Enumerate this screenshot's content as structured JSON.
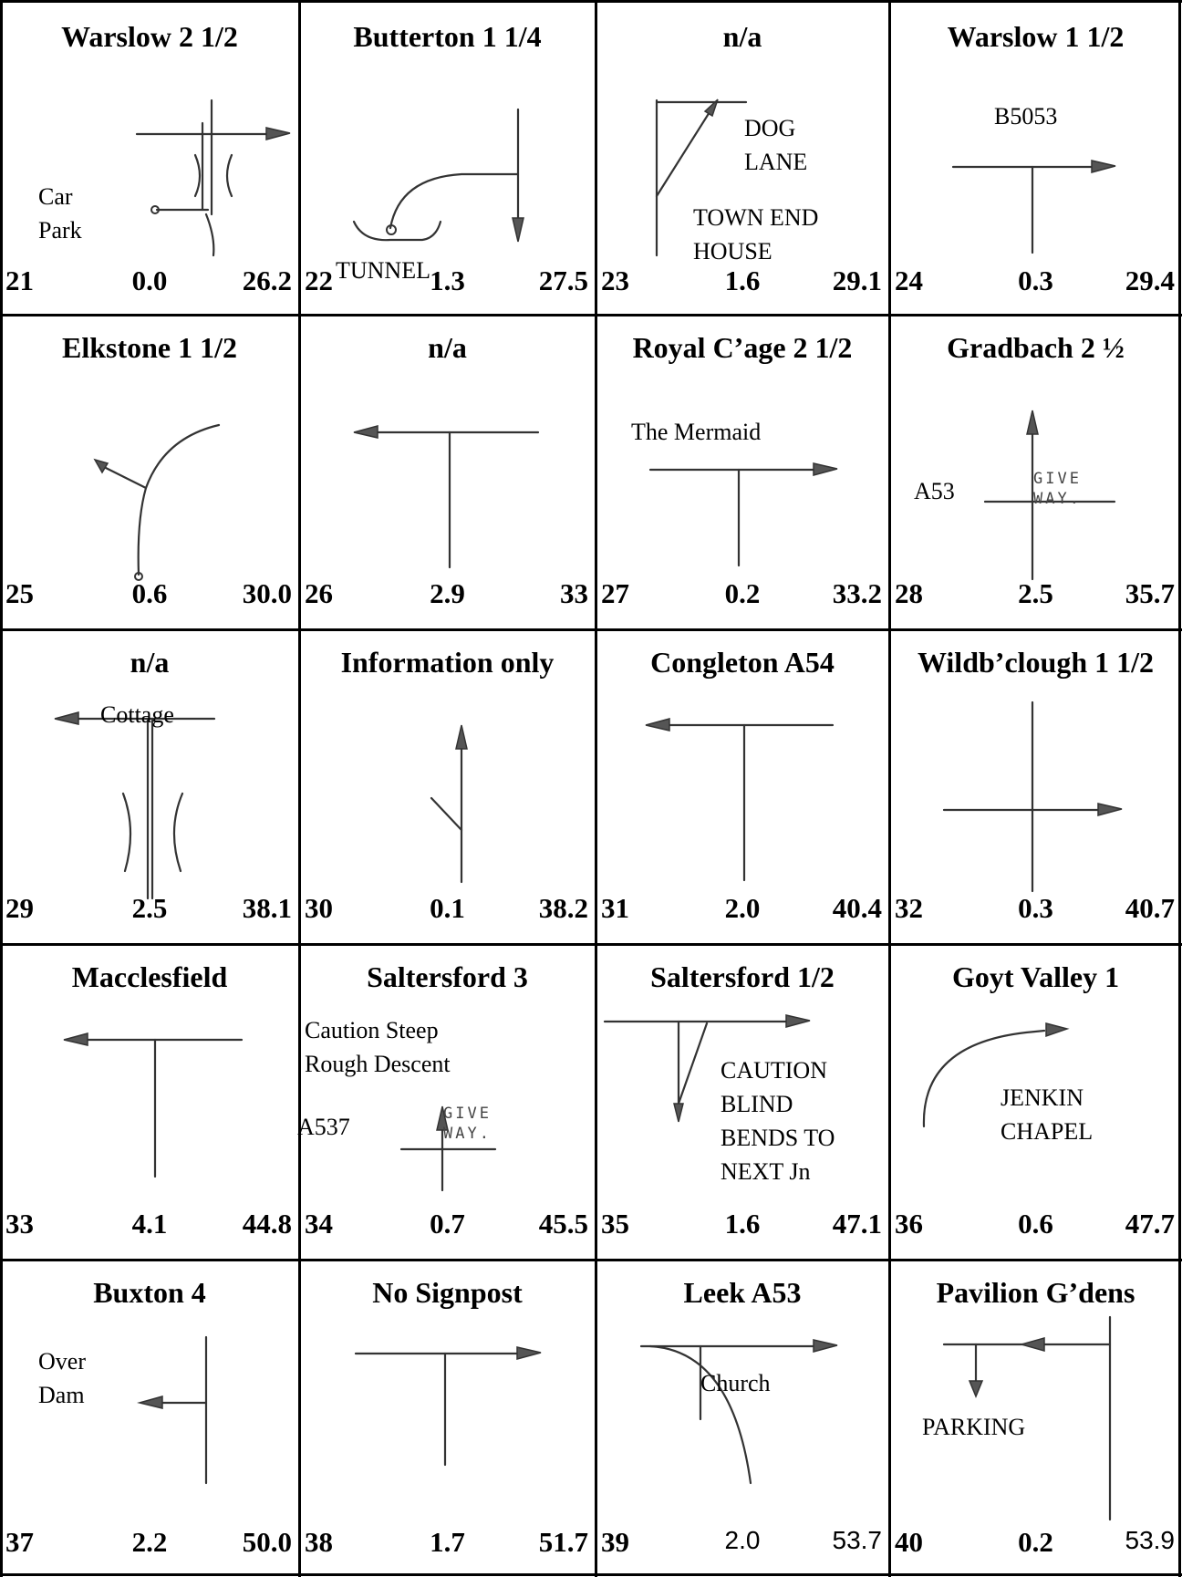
{
  "cells": [
    {
      "id": 21,
      "title": "Warslow 2 1/2",
      "notes": [
        "Car\nPark"
      ],
      "number": "21",
      "distance": "0.0",
      "total": "26.2"
    },
    {
      "id": 22,
      "title": "Butterton 1 1/4",
      "notes": [
        "TUNNEL"
      ],
      "number": "22",
      "distance": "1.3",
      "total": "27.5"
    },
    {
      "id": 23,
      "title": "n/a",
      "notes": [
        "DOG\nLANE",
        "TOWN END\nHOUSE"
      ],
      "number": "23",
      "distance": "1.6",
      "total": "29.1"
    },
    {
      "id": 24,
      "title": "Warslow 1 1/2",
      "notes": [
        "B5053"
      ],
      "number": "24",
      "distance": "0.3",
      "total": "29.4"
    },
    {
      "id": 25,
      "title": "Elkstone 1 1/2",
      "notes": [],
      "number": "25",
      "distance": "0.6",
      "total": "30.0"
    },
    {
      "id": 26,
      "title": "n/a",
      "notes": [],
      "number": "26",
      "distance": "2.9",
      "total": "33"
    },
    {
      "id": 27,
      "title": "Royal C’age 2 1/2",
      "notes": [
        "The Mermaid"
      ],
      "number": "27",
      "distance": "0.2",
      "total": "33.2"
    },
    {
      "id": 28,
      "title": "Gradbach 2 ½",
      "notes": [
        "A53"
      ],
      "handwritten": "GIVE\nWAY.",
      "number": "28",
      "distance": "2.5",
      "total": "35.7"
    },
    {
      "id": 29,
      "title": "n/a",
      "notes": [
        "Cottage"
      ],
      "number": "29",
      "distance": "2.5",
      "total": "38.1"
    },
    {
      "id": 30,
      "title": "Information only",
      "notes": [],
      "number": "30",
      "distance": "0.1",
      "total": "38.2"
    },
    {
      "id": 31,
      "title": "Congleton A54",
      "notes": [],
      "number": "31",
      "distance": "2.0",
      "total": "40.4"
    },
    {
      "id": 32,
      "title": "Wildb’clough 1 1/2",
      "notes": [],
      "number": "32",
      "distance": "0.3",
      "total": "40.7"
    },
    {
      "id": 33,
      "title": "Macclesfield",
      "notes": [],
      "number": "33",
      "distance": "4.1",
      "total": "44.8"
    },
    {
      "id": 34,
      "title": "Saltersford 3",
      "notes": [
        "Caution Steep\nRough Descent",
        "A537"
      ],
      "handwritten": "GIVE\nWAY.",
      "number": "34",
      "distance": "0.7",
      "total": "45.5"
    },
    {
      "id": 35,
      "title": "Saltersford 1/2",
      "notes": [
        "CAUTION\nBLIND\nBENDS TO\nNEXT Jn"
      ],
      "number": "35",
      "distance": "1.6",
      "total": "47.1"
    },
    {
      "id": 36,
      "title": "Goyt Valley 1",
      "notes": [
        "JENKIN\nCHAPEL"
      ],
      "number": "36",
      "distance": "0.6",
      "total": "47.7"
    },
    {
      "id": 37,
      "title": "Buxton 4",
      "notes": [
        "Over\nDam"
      ],
      "number": "37",
      "distance": "2.2",
      "total": "50.0"
    },
    {
      "id": 38,
      "title": "No Signpost",
      "notes": [],
      "number": "38",
      "distance": "1.7",
      "total": "51.7"
    },
    {
      "id": 39,
      "title": "Leek A53",
      "notes": [
        "Church"
      ],
      "number": "39",
      "distance": "2.0",
      "total": "53.7"
    },
    {
      "id": 40,
      "title": "Pavilion G’dens",
      "notes": [
        "PARKING"
      ],
      "number": "40",
      "distance": "0.2",
      "total": "53.9"
    }
  ]
}
